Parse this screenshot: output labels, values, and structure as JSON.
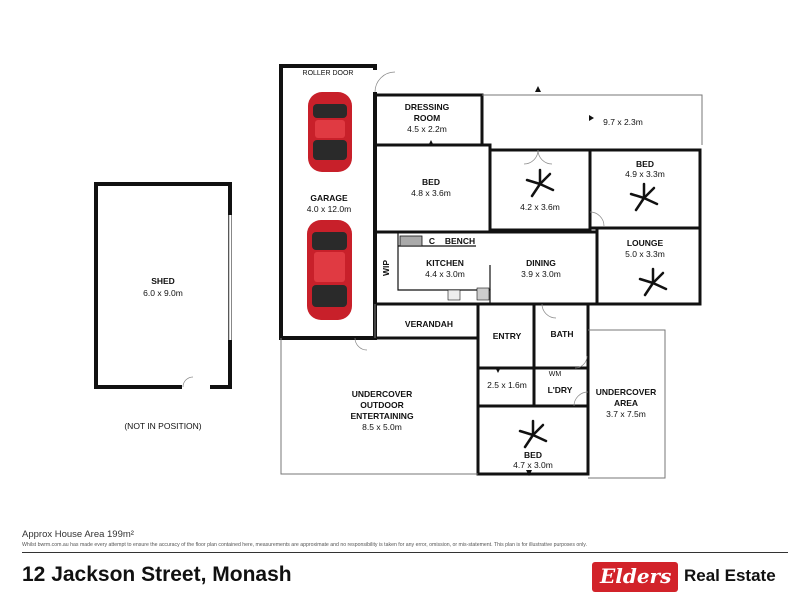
{
  "shed": {
    "name": "SHED",
    "dims": "6.0 x 9.0m",
    "note": "(NOT IN POSITION)"
  },
  "garage": {
    "door_label": "ROLLER DOOR",
    "name": "GARAGE",
    "dims": "4.0 x 12.0m"
  },
  "rooms": {
    "dressing": {
      "name_line1": "DRESSING",
      "name_line2": "ROOM",
      "dims": "4.5 x 2.2m"
    },
    "deck_top": {
      "dims": "9.7 x 2.3m"
    },
    "bed1": {
      "name": "BED",
      "dims": "4.8 x 3.6m"
    },
    "room_center": {
      "dims": "4.2 x 3.6m"
    },
    "bed2": {
      "name": "BED",
      "dims": "4.9 x 3.3m"
    },
    "kitchen": {
      "name": "KITCHEN",
      "dims": "4.4 x 3.0m",
      "c_label": "C",
      "bench_label": "BENCH",
      "wip_label": "WIP"
    },
    "dining": {
      "name": "DINING",
      "dims": "3.9 x 3.0m"
    },
    "lounge": {
      "name": "LOUNGE",
      "dims": "5.0 x 3.3m"
    },
    "verandah": {
      "name": "VERANDAH"
    },
    "entry": {
      "name": "ENTRY"
    },
    "bath": {
      "name": "BATH"
    },
    "hall": {
      "dims": "2.5 x 1.6m"
    },
    "wm": {
      "label": "WM"
    },
    "laundry": {
      "name": "L'DRY"
    },
    "undercover_area": {
      "name_line1": "UNDERCOVER",
      "name_line2": "AREA",
      "dims": "3.7 x 7.5m"
    },
    "outdoor": {
      "name_line1": "UNDERCOVER",
      "name_line2": "OUTDOOR",
      "name_line3": "ENTERTAINING",
      "dims": "8.5 x 5.0m"
    },
    "bed3": {
      "name": "BED",
      "dims": "4.7 x 3.0m"
    }
  },
  "footer": {
    "house_area": "Approx House Area 199m²",
    "disclaimer": "Whilst bwrm.com.au has made every attempt to ensure the accuracy of the floor plan contained here, measurements are approximate and no responsibility is taken for any error, omission, or mis-statement. This plan is for illustrative purposes only.",
    "address": "12 Jackson Street, Monash",
    "brand_logo": "Elders",
    "brand_text": "Real Estate"
  },
  "colors": {
    "car": "#c8202a",
    "walls": "#111111",
    "brand": "#d2232a"
  }
}
